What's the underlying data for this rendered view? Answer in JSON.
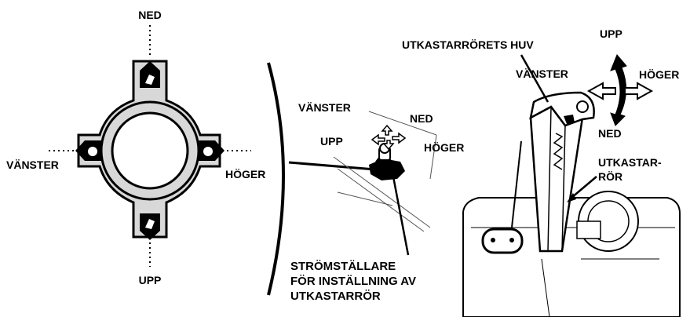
{
  "panel_left": {
    "labels": {
      "top": "NED",
      "left": "VÄNSTER",
      "right": "HÖGER",
      "bottom": "UPP"
    }
  },
  "panel_middle": {
    "labels": {
      "left": "VÄNSTER",
      "top": "NED",
      "up": "UPP",
      "right": "HÖGER"
    },
    "caption": [
      "STRÖMSTÄLLARE",
      "FÖR INSTÄLLNING AV",
      "UTKASTARRÖR"
    ]
  },
  "panel_right": {
    "labels": {
      "hood": "UTKASTARRÖRETS HUV",
      "up": "UPP",
      "left": "VÄNSTER",
      "right": "HÖGER",
      "down": "NED",
      "chute_line1": "UTKASTAR-",
      "chute_line2": "RÖR"
    }
  },
  "colors": {
    "ink": "#000000",
    "paper": "#ffffff",
    "shade": "#d8d8d8",
    "arrow_fill": "#ffffff"
  }
}
